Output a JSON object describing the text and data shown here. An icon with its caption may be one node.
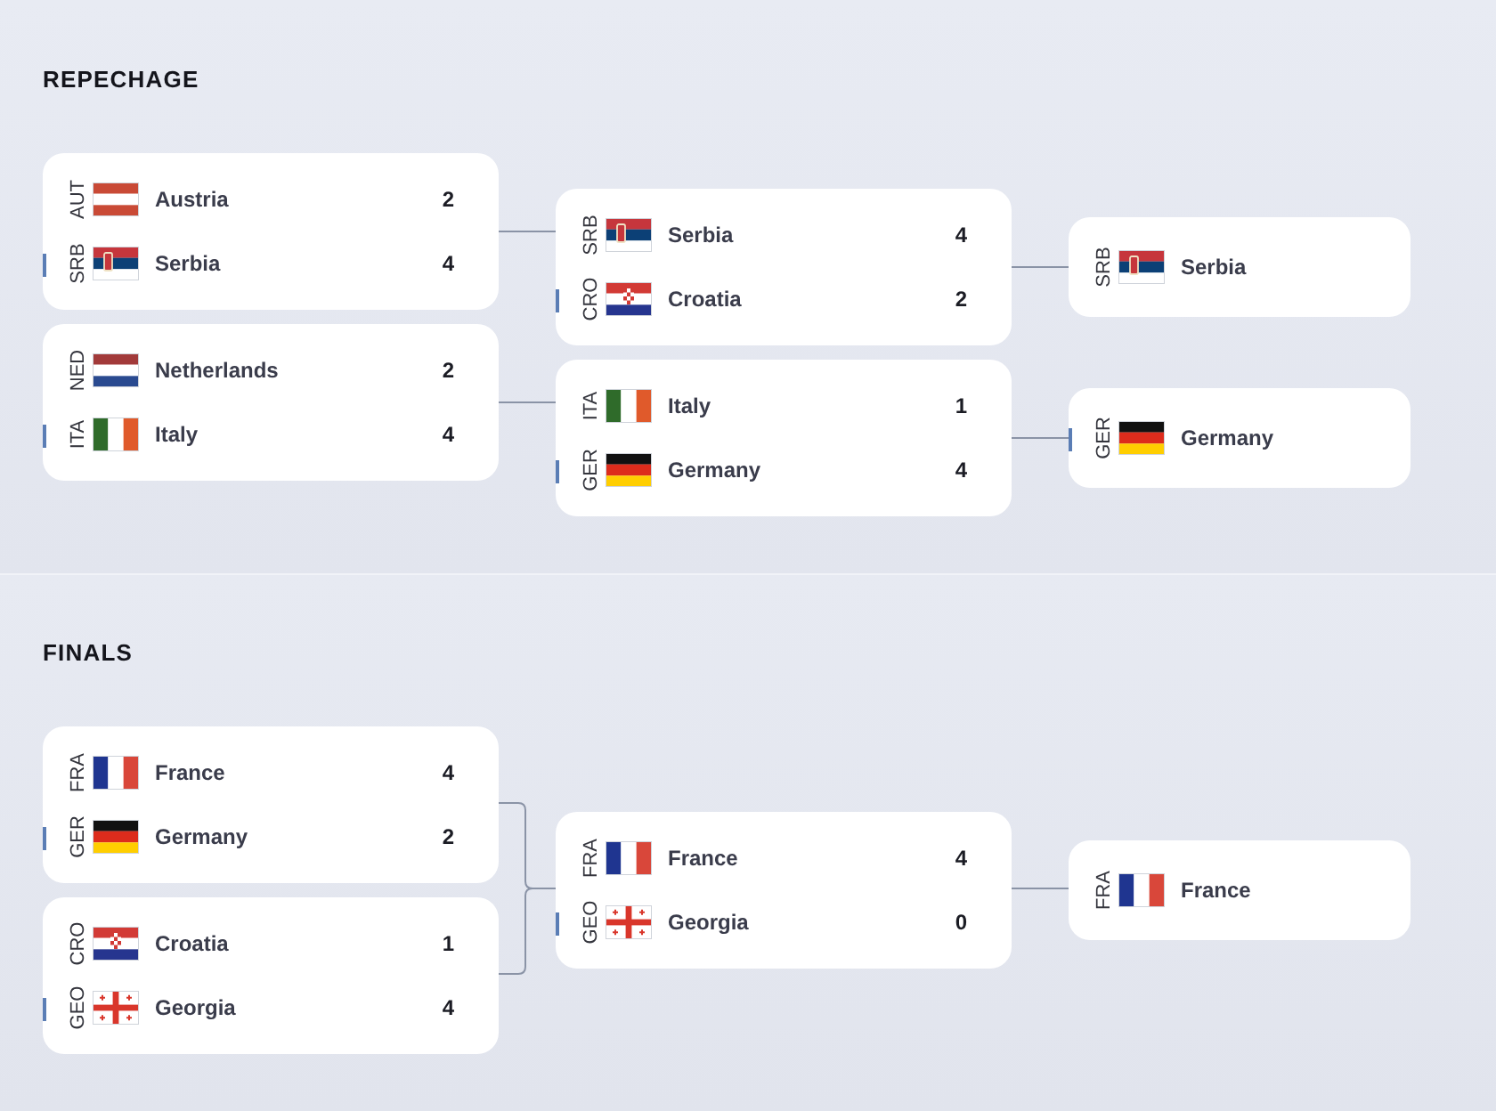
{
  "diagram": {
    "nodes": [
      {
        "text": [
          "REPECHAGE"
        ]
      },
      {
        "text": [
          "AUT",
          "Austria",
          "2",
          "SRB",
          "Serbia",
          "4"
        ],
        "in": 0
      },
      {
        "text": [
          "NED",
          "Netherlands",
          "2",
          "ITA",
          "Italy",
          "4"
        ],
        "in": 0
      },
      {
        "text": [
          "SRB",
          "Serbia",
          "4",
          "CRO",
          "Croatia",
          "2"
        ],
        "in": 0
      },
      {
        "text": [
          "ITA",
          "Italy",
          "1",
          "GER",
          "Germany",
          "4"
        ],
        "in": 0
      },
      {
        "text": [
          "SRB",
          "Serbia"
        ],
        "in": 0
      },
      {
        "text": [
          "GER",
          "Germany"
        ],
        "in": 0
      },
      {
        "text": [
          "FINALS"
        ]
      },
      {
        "text": [
          "FRA",
          "France",
          "4",
          "GER",
          "Germany",
          "2"
        ],
        "in": 7
      },
      {
        "text": [
          "CRO",
          "Croatia",
          "1",
          "GEO",
          "Georgia",
          "4"
        ],
        "in": 7
      },
      {
        "text": [
          "FRA",
          "France",
          "4",
          "GEO",
          "Georgia",
          "0"
        ],
        "in": 7
      },
      {
        "text": [
          "FRA",
          "France"
        ],
        "in": 7
      }
    ],
    "edges": [
      {
        "from": 1,
        "to": 3,
        "arrow": "none"
      },
      {
        "from": 2,
        "to": 4,
        "arrow": "none"
      },
      {
        "from": 3,
        "to": 5,
        "arrow": "none"
      },
      {
        "from": 4,
        "to": 6,
        "arrow": "none"
      },
      {
        "from": 8,
        "to": 10,
        "arrow": "none"
      },
      {
        "from": 9,
        "to": 10,
        "arrow": "none"
      },
      {
        "from": 10,
        "to": 11,
        "arrow": "none"
      }
    ]
  }
}
